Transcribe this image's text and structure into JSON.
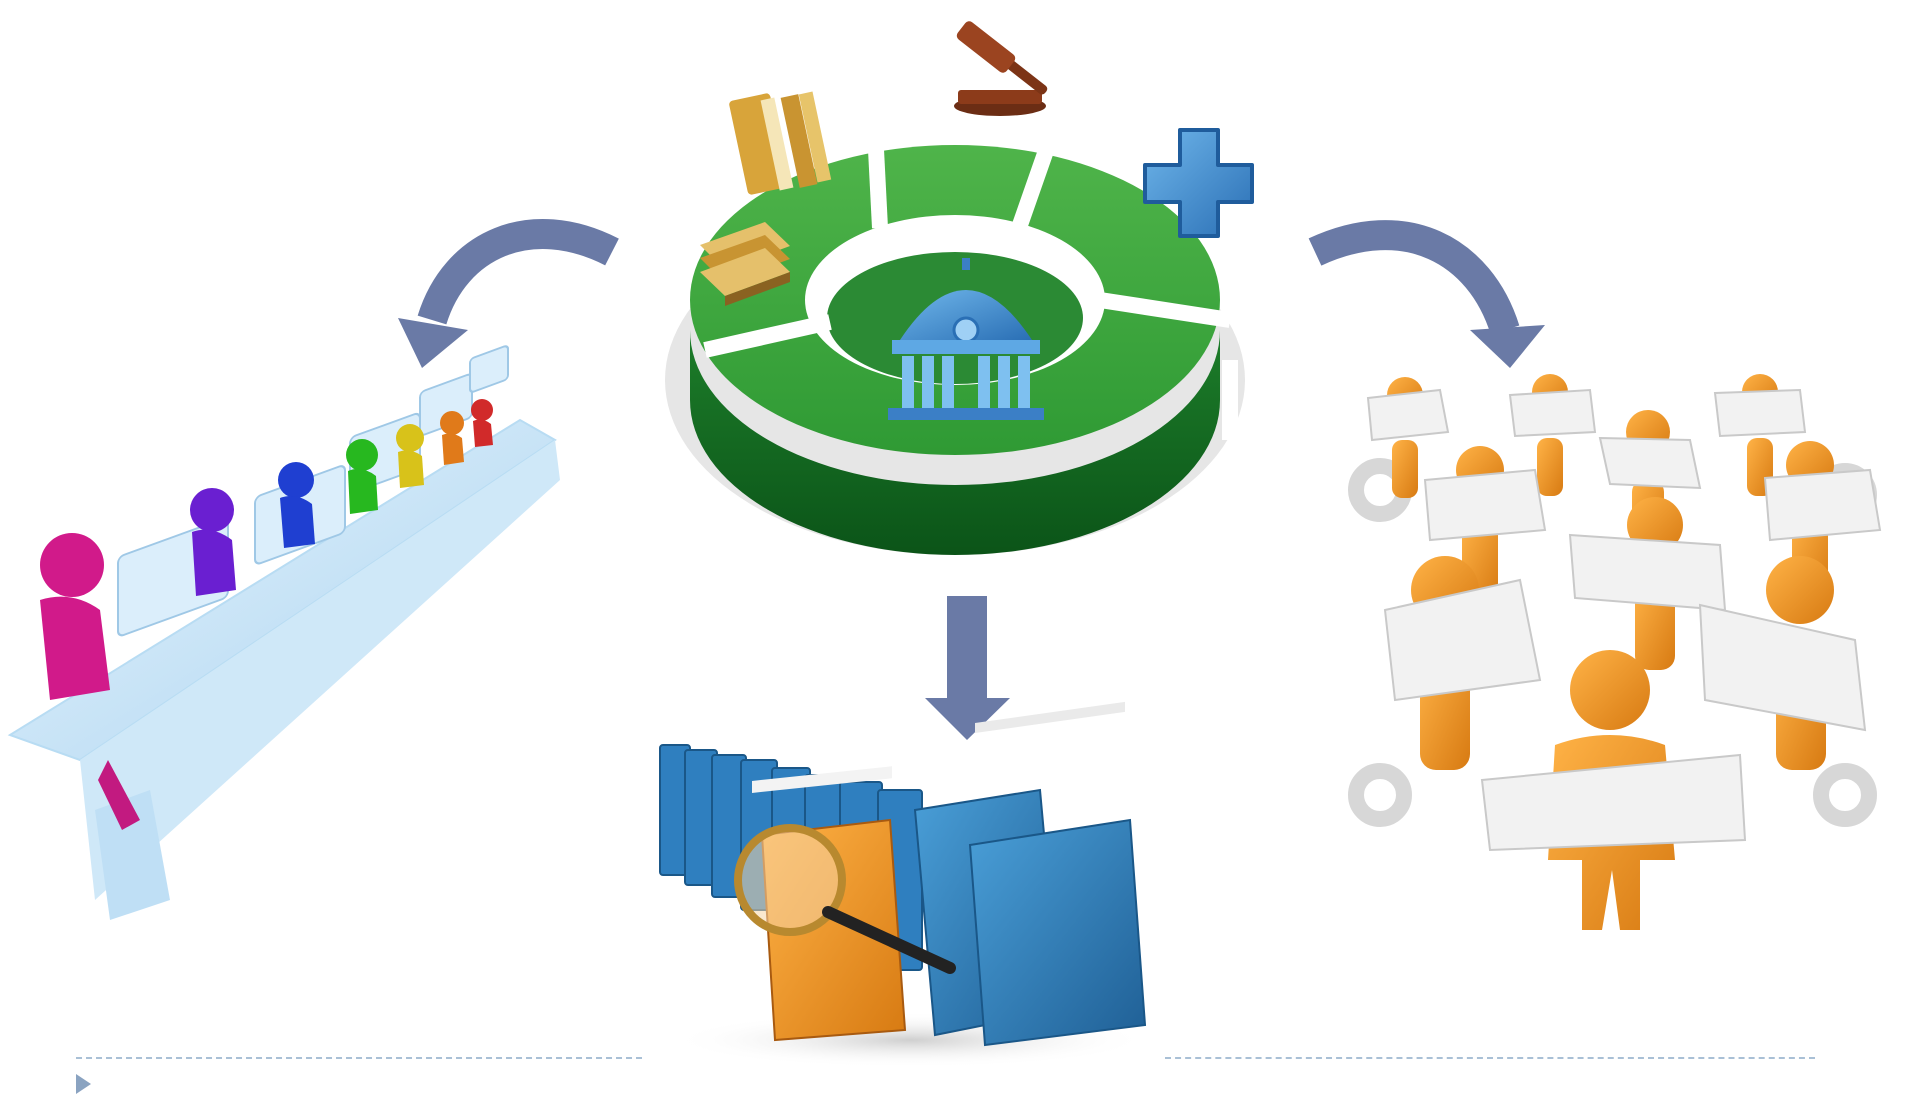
{
  "slide": {
    "background": "#ffffff",
    "hub": {
      "icons": [
        "books-icon",
        "stacked-books-icon",
        "gavel-icon",
        "medical-cross-icon",
        "government-building-icon"
      ],
      "ring_color": "#1f8a2e",
      "ring_dark": "#0d5a1c"
    },
    "arrows": {
      "color": "#6a7aa6",
      "directions": [
        "left",
        "down",
        "right"
      ]
    },
    "nodes": [
      {
        "icon": "people-at-computers-icon"
      },
      {
        "icon": "file-folders-search-icon"
      },
      {
        "icon": "people-reading-papers-icon"
      }
    ],
    "footer": {
      "rule_color": "#a9c0d6",
      "marker_icon": "play-marker-icon"
    }
  }
}
